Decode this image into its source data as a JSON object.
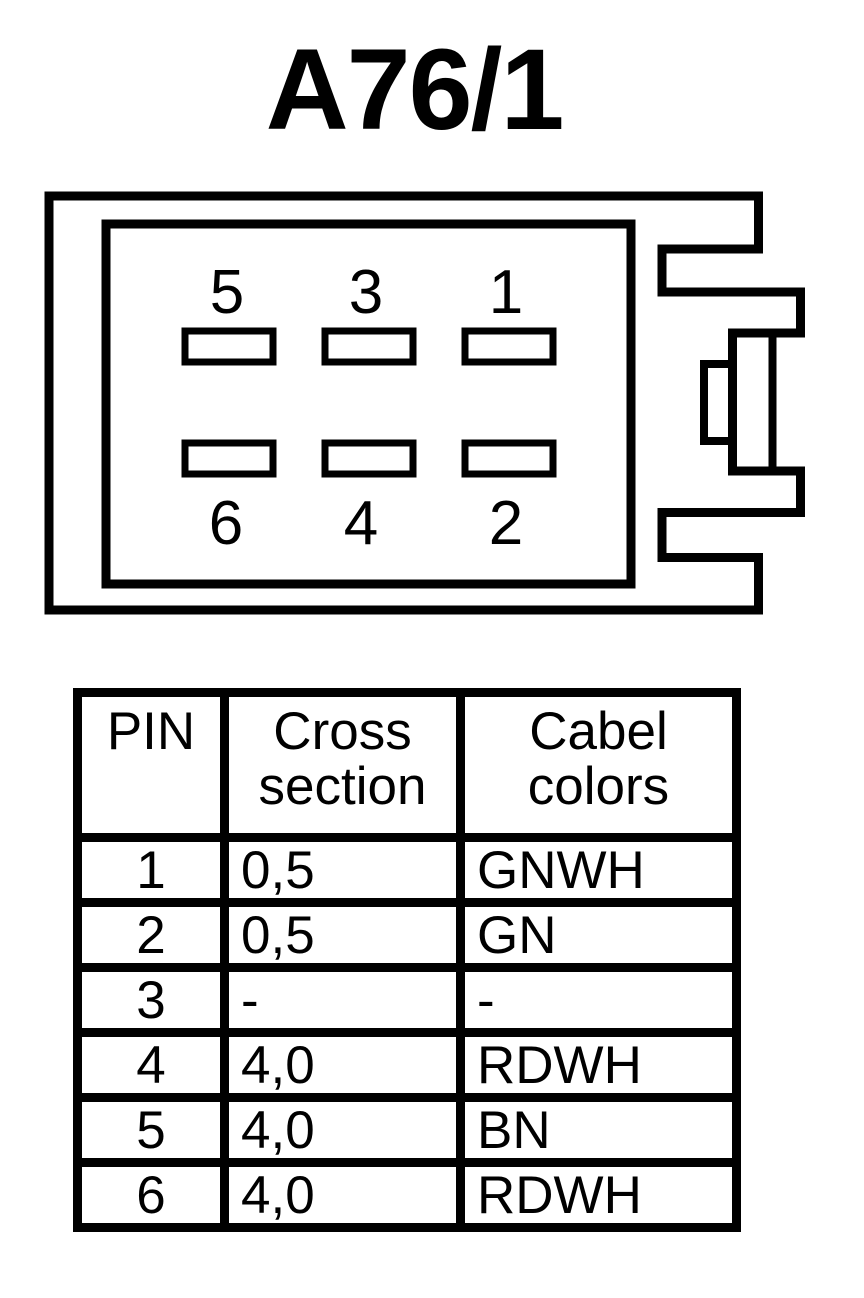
{
  "title": "A76/1",
  "colors": {
    "ink": "#000000",
    "paper": "#ffffff"
  },
  "connector": {
    "pins_top": [
      "5",
      "3",
      "1"
    ],
    "pins_bottom": [
      "6",
      "4",
      "2"
    ]
  },
  "table": {
    "headers": [
      "PIN",
      "Cross section",
      "Cabel colors"
    ],
    "rows": [
      {
        "pin": "1",
        "cross_section": "0,5",
        "cable_color": "GNWH"
      },
      {
        "pin": "2",
        "cross_section": "0,5",
        "cable_color": "GN"
      },
      {
        "pin": "3",
        "cross_section": "-",
        "cable_color": "-"
      },
      {
        "pin": "4",
        "cross_section": "4,0",
        "cable_color": "RDWH"
      },
      {
        "pin": "5",
        "cross_section": "4,0",
        "cable_color": "BN"
      },
      {
        "pin": "6",
        "cross_section": "4,0",
        "cable_color": "RDWH"
      }
    ]
  }
}
